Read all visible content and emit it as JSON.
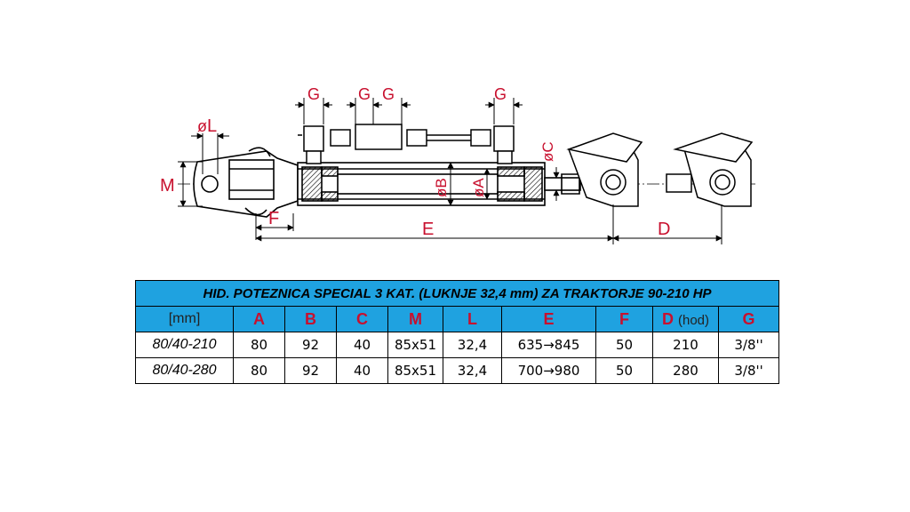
{
  "drawing_labels": {
    "L": "L",
    "M": "M",
    "F": "F",
    "E": "E",
    "D": "D",
    "C": "C",
    "B": "B",
    "A": "A",
    "G": "G",
    "diameter_symbol": "ø"
  },
  "table": {
    "title": "HID. POTEZNICA SPECIAL 3 KAT. (LUKNJE 32,4 mm) ZA TRAKTORJE 90-210 HP",
    "headers": {
      "unit": "[mm]",
      "A": "A",
      "B": "B",
      "C": "C",
      "M": "M",
      "L": "L",
      "E": "E",
      "F": "F",
      "D": "D",
      "D_note": "(hod)",
      "G": "G"
    },
    "rows": [
      {
        "model": "80/40-210",
        "A": "80",
        "B": "92",
        "C": "40",
        "M": "85x51",
        "L": "32,4",
        "E": "635→845",
        "F": "50",
        "D": "210",
        "G": "3/8''"
      },
      {
        "model": "80/40-280",
        "A": "80",
        "B": "92",
        "C": "40",
        "M": "85x51",
        "L": "32,4",
        "E": "700→980",
        "F": "50",
        "D": "280",
        "G": "3/8''"
      }
    ]
  }
}
